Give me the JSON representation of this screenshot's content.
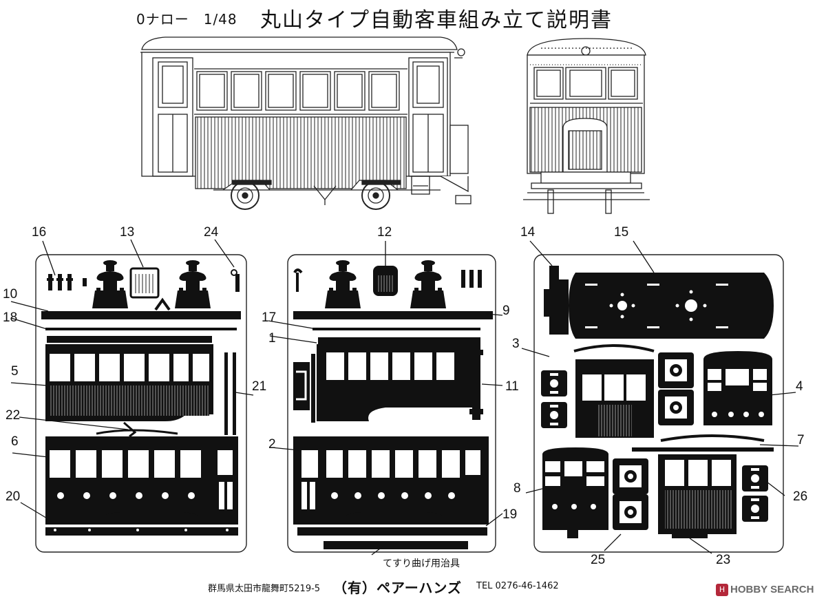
{
  "title": {
    "scale_text": "0ナロー　1/48",
    "main_text": "丸山タイプ自動客車組み立て説明書"
  },
  "callouts": [
    "1",
    "2",
    "3",
    "4",
    "5",
    "6",
    "7",
    "8",
    "9",
    "10",
    "11",
    "12",
    "13",
    "14",
    "15",
    "16",
    "17",
    "18",
    "19",
    "20",
    "21",
    "22",
    "23",
    "24",
    "25",
    "26"
  ],
  "jig_label": "てすり曲げ用治具",
  "footer": {
    "address": "群馬県太田市龍舞町5219-5",
    "company": "（有）ペアーハンズ",
    "tel": "TEL 0276-46-1462"
  },
  "watermark": {
    "icon": "H",
    "text": "HOBBY SEARCH"
  }
}
